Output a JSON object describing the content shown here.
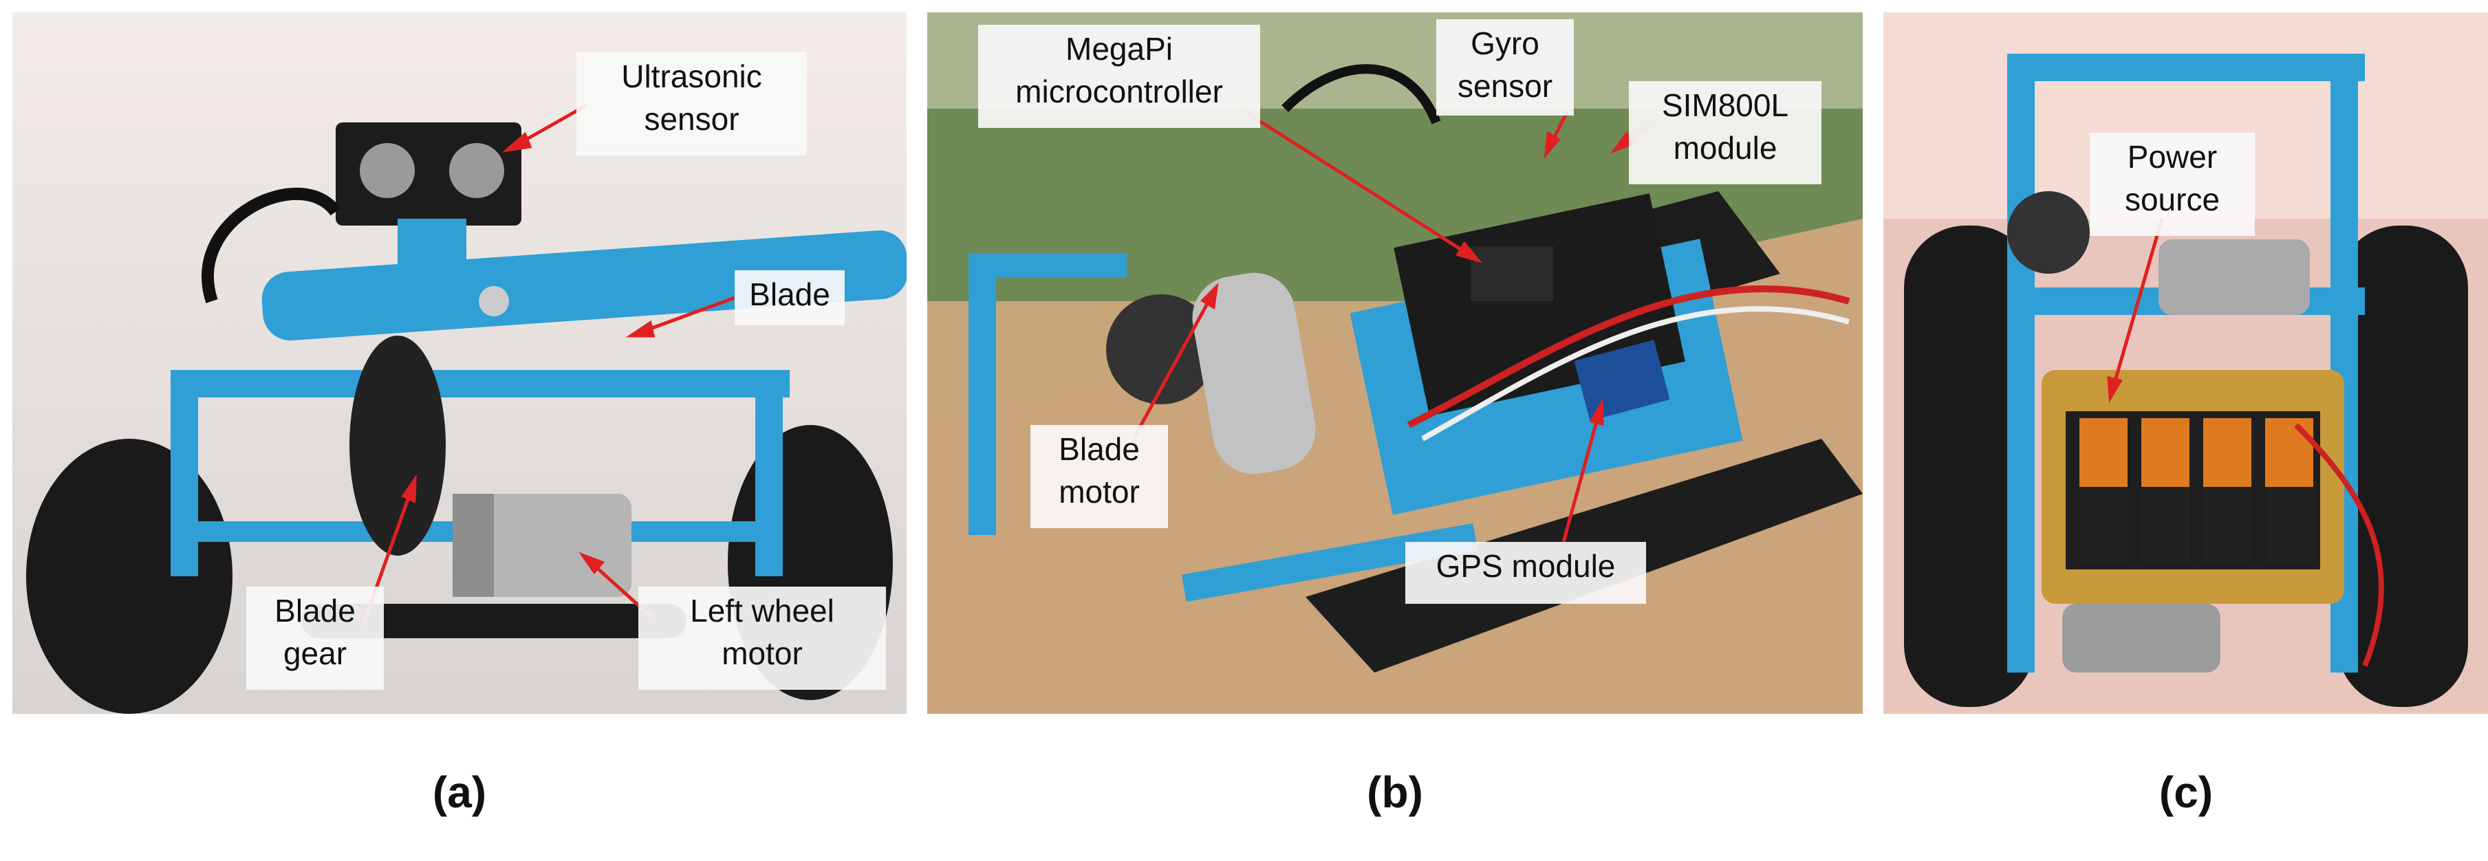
{
  "panels": {
    "a": {
      "caption": "(a)",
      "labels": {
        "ultrasonic": "Ultrasonic\nsensor",
        "blade": "Blade",
        "blade_gear": "Blade\ngear",
        "left_motor": "Left wheel\nmotor"
      }
    },
    "b": {
      "caption": "(b)",
      "labels": {
        "megapi": "MegaPi\nmicrocontroller",
        "gyro": "Gyro\nsensor",
        "sim": "SIM800L\nmodule",
        "blade_motor": "Blade\nmotor",
        "gps": "GPS module"
      }
    },
    "c": {
      "caption": "(c)",
      "labels": {
        "power": "Power\nsource"
      }
    }
  },
  "colors": {
    "frame_blue": "#2f9fd6",
    "arrow_red": "#e02020",
    "track_black": "#1a1a1a",
    "battery_orange": "#e07a20",
    "board_gold": "#c89a3a"
  }
}
